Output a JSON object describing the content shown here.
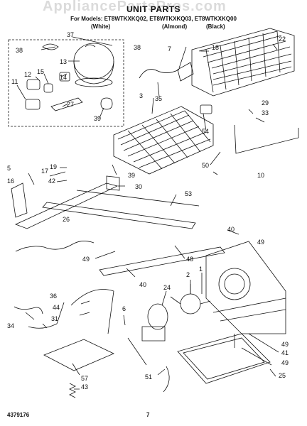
{
  "watermark": "AppliancePartsPros.com",
  "title": "UNIT PARTS",
  "models": "For Models: ET8WTKXKQ02, ET8WTKXKQ03, ET8WTKXKQ00",
  "color_white": "(White)",
  "color_almond": "(Almond)",
  "color_black": "(Black)",
  "footer_code": "4379176",
  "page_number": "7",
  "labels": [
    {
      "id": "37",
      "name": "label-37"
    },
    {
      "id": "38",
      "name": "label-38a"
    },
    {
      "id": "13",
      "name": "label-13"
    },
    {
      "id": "38",
      "name": "label-38b"
    },
    {
      "id": "12",
      "name": "label-12"
    },
    {
      "id": "15",
      "name": "label-15"
    },
    {
      "id": "14",
      "name": "label-14"
    },
    {
      "id": "11",
      "name": "label-11"
    },
    {
      "id": "27",
      "name": "label-27"
    },
    {
      "id": "39",
      "name": "label-39a"
    },
    {
      "id": "7",
      "name": "label-7"
    },
    {
      "id": "18",
      "name": "label-18"
    },
    {
      "id": "22",
      "name": "label-22"
    },
    {
      "id": "35",
      "name": "label-35"
    },
    {
      "id": "3",
      "name": "label-3"
    },
    {
      "id": "54",
      "name": "label-54"
    },
    {
      "id": "29",
      "name": "label-29"
    },
    {
      "id": "33",
      "name": "label-33"
    },
    {
      "id": "19",
      "name": "label-19"
    },
    {
      "id": "17",
      "name": "label-17"
    },
    {
      "id": "42",
      "name": "label-42"
    },
    {
      "id": "39",
      "name": "label-39b"
    },
    {
      "id": "50",
      "name": "label-50"
    },
    {
      "id": "5",
      "name": "label-5"
    },
    {
      "id": "30",
      "name": "label-30"
    },
    {
      "id": "16",
      "name": "label-16"
    },
    {
      "id": "10",
      "name": "label-10"
    },
    {
      "id": "53",
      "name": "label-53"
    },
    {
      "id": "26",
      "name": "label-26"
    },
    {
      "id": "40",
      "name": "label-40a"
    },
    {
      "id": "49",
      "name": "label-49a"
    },
    {
      "id": "48",
      "name": "label-48"
    },
    {
      "id": "49",
      "name": "label-49b"
    },
    {
      "id": "40",
      "name": "label-40b"
    },
    {
      "id": "2",
      "name": "label-2"
    },
    {
      "id": "1",
      "name": "label-1"
    },
    {
      "id": "36",
      "name": "label-36"
    },
    {
      "id": "24",
      "name": "label-24"
    },
    {
      "id": "44",
      "name": "label-44"
    },
    {
      "id": "6",
      "name": "label-6"
    },
    {
      "id": "34",
      "name": "label-34"
    },
    {
      "id": "31",
      "name": "label-31"
    },
    {
      "id": "41",
      "name": "label-41"
    },
    {
      "id": "49",
      "name": "label-49c"
    },
    {
      "id": "49",
      "name": "label-49d"
    },
    {
      "id": "25",
      "name": "label-25"
    },
    {
      "id": "57",
      "name": "label-57"
    },
    {
      "id": "51",
      "name": "label-51"
    },
    {
      "id": "43",
      "name": "label-43"
    }
  ]
}
